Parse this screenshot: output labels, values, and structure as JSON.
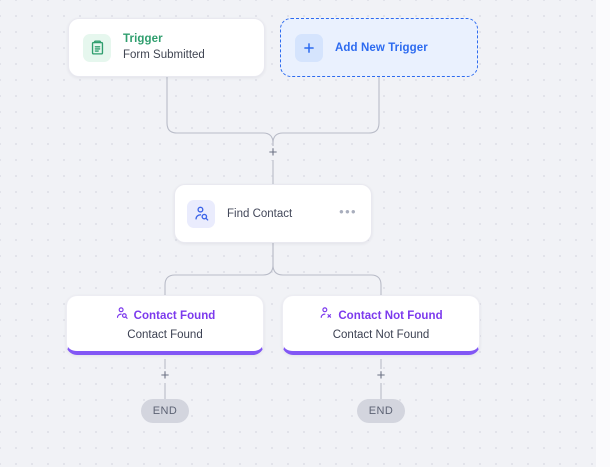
{
  "canvas": {
    "background_color": "#f1f2f6",
    "dot_color": "#e2e3ea",
    "connector_color": "#b9bcc8"
  },
  "trigger_node": {
    "icon": "clipboard-icon",
    "icon_color": "#2f9e6e",
    "title": "Trigger",
    "subtitle": "Form Submitted"
  },
  "add_trigger_node": {
    "icon": "plus-icon",
    "label": "Add New Trigger",
    "accent_color": "#2d6bf0"
  },
  "find_contact_node": {
    "icon": "person-search-icon",
    "label": "Find Contact",
    "menu": "•••"
  },
  "branches": [
    {
      "icon": "person-search-icon",
      "title": "Contact Found",
      "subtitle": "Contact Found",
      "accent_color": "#8257f5",
      "add_label": "+",
      "end_label": "END"
    },
    {
      "icon": "person-x-icon",
      "title": "Contact Not Found",
      "subtitle": "Contact Not Found",
      "accent_color": "#8257f5",
      "add_label": "+",
      "end_label": "END"
    }
  ],
  "connectors": {
    "main_add_label": "+"
  }
}
